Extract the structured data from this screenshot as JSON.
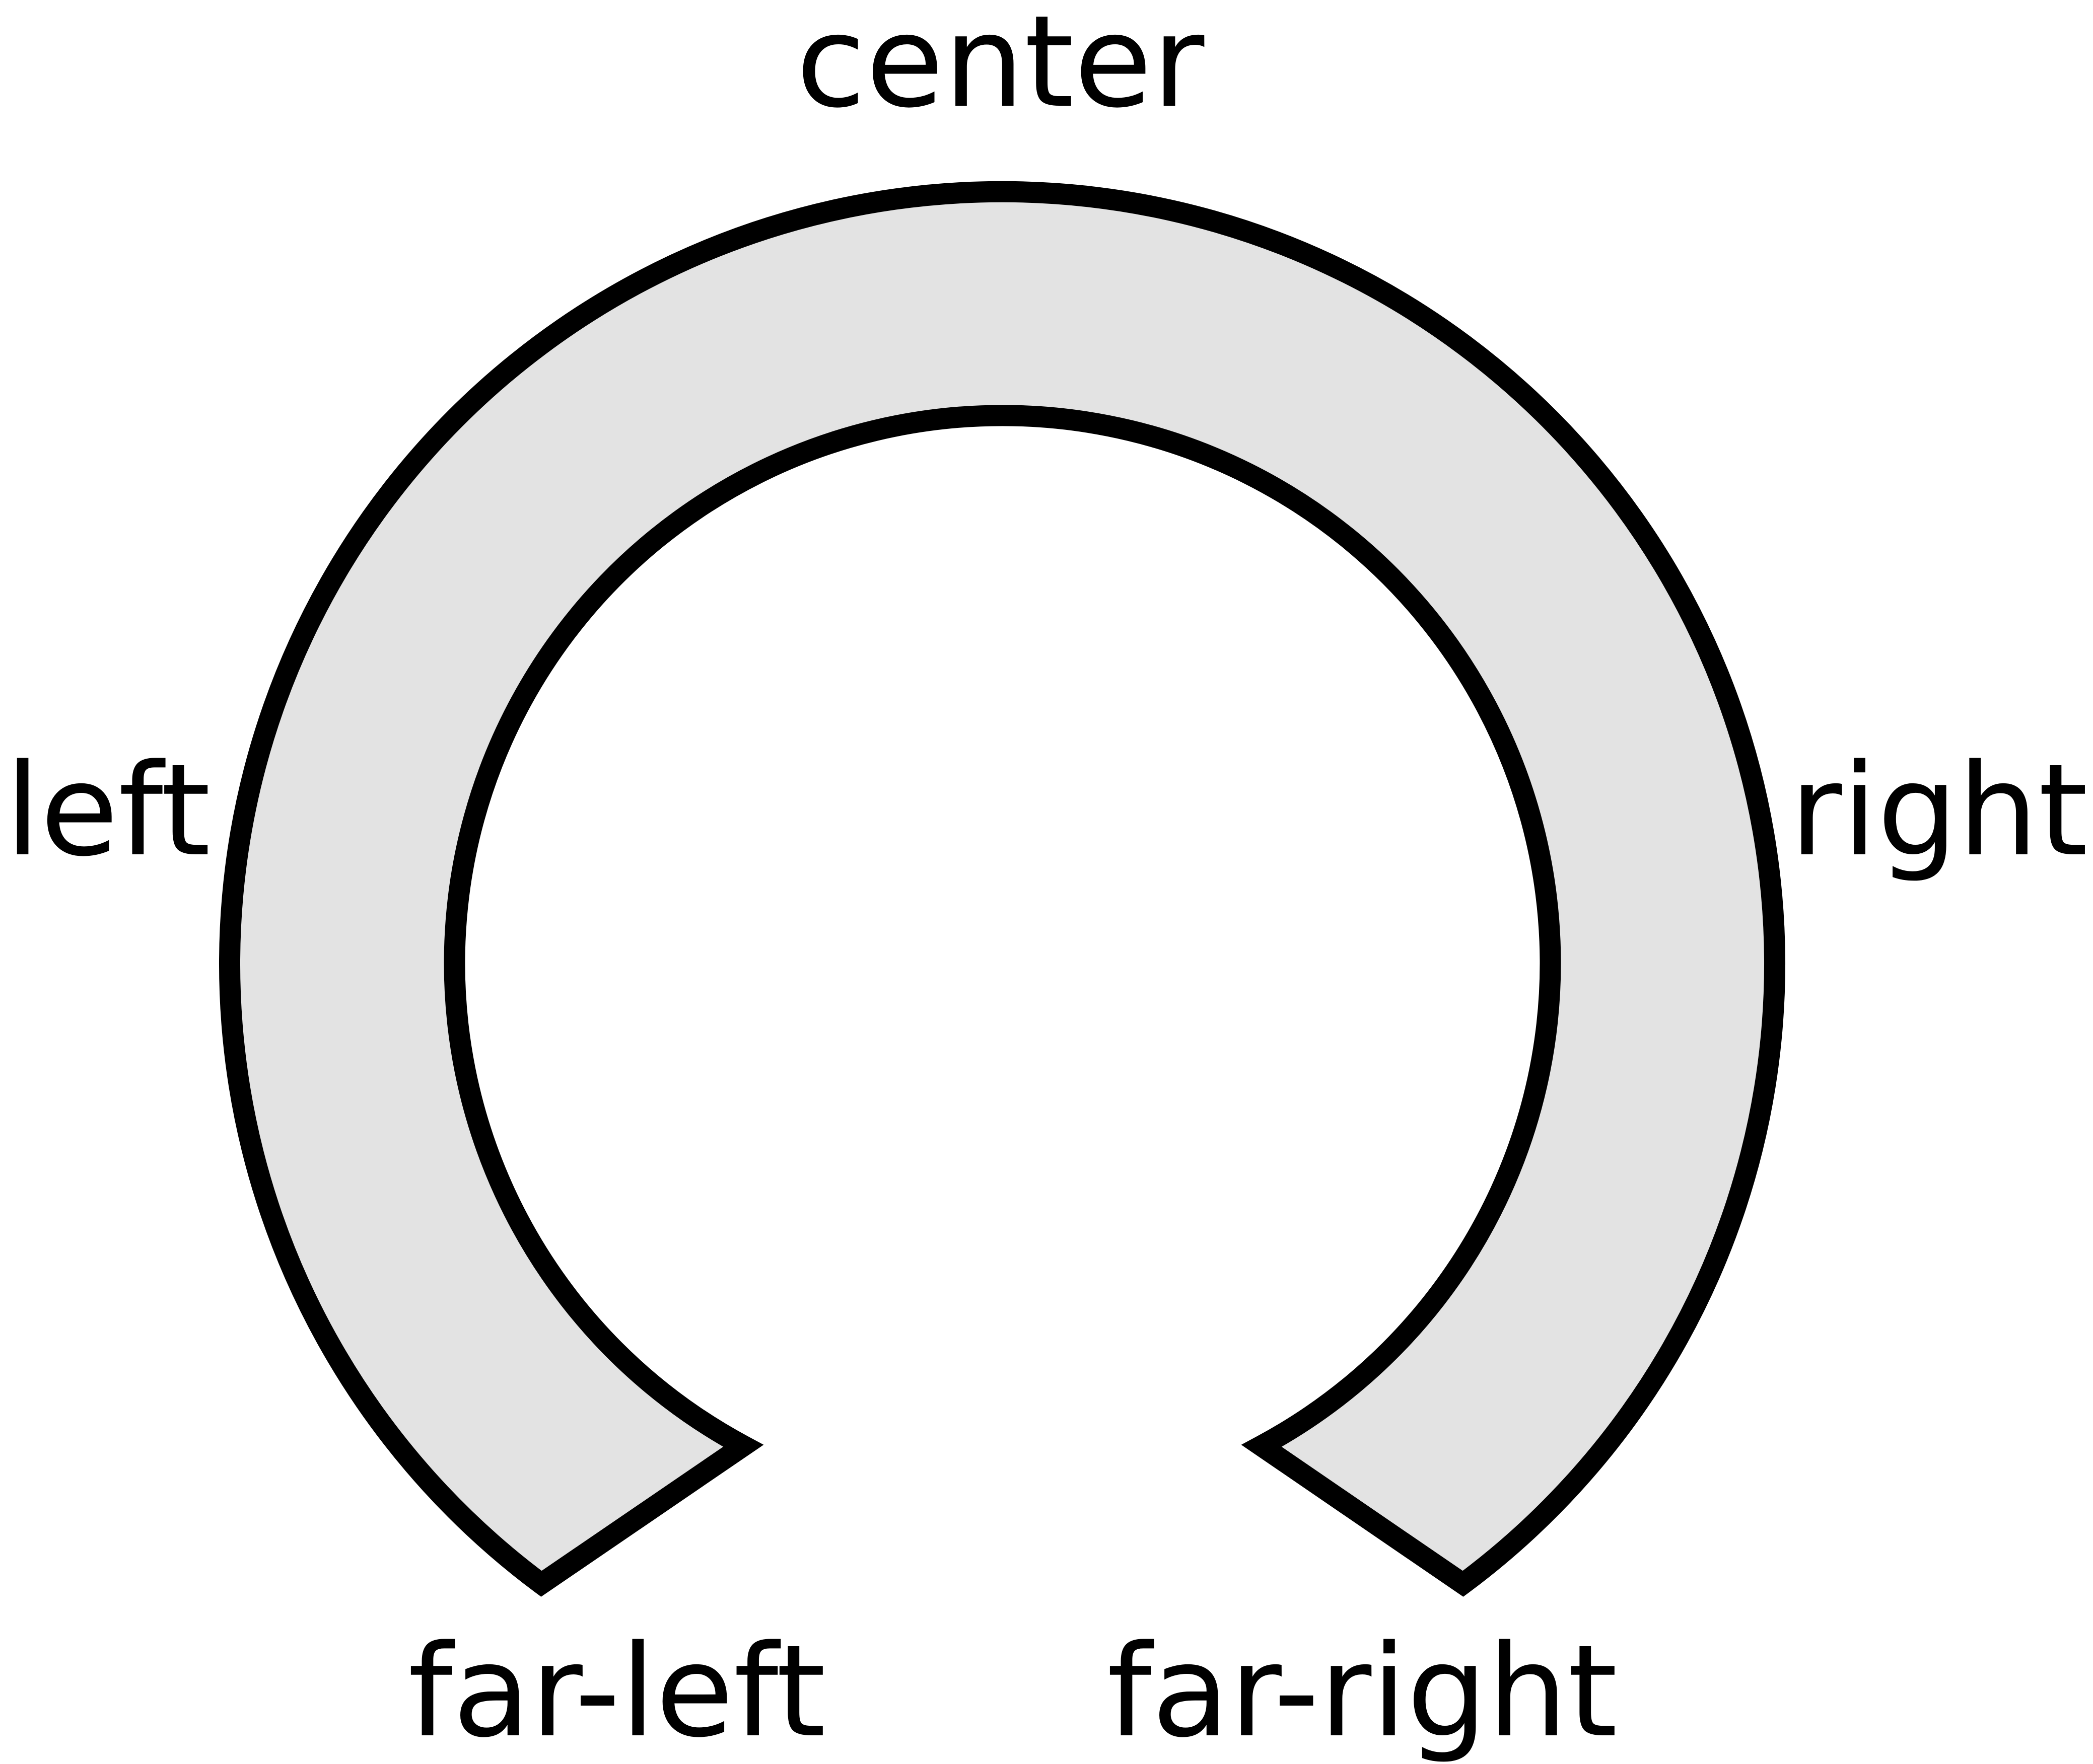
{
  "diagram": {
    "labels": {
      "center": "center",
      "left": "left",
      "right": "right",
      "far_left": "far-left",
      "far_right": "far-right"
    },
    "colors": {
      "band_fill": "#e3e3e3",
      "band_stroke": "#000000",
      "label_text": "#000000",
      "background": "#ffffff"
    }
  }
}
